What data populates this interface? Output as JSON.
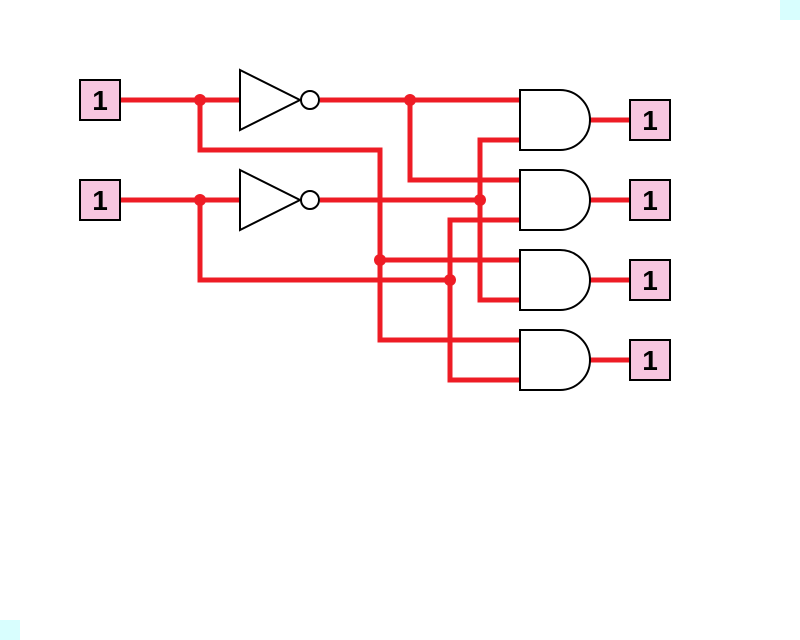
{
  "colors": {
    "wire": "#ee1c25",
    "pin_fill": "#f7c6e0",
    "corner": "#d8fefe"
  },
  "circuit": {
    "inputs": [
      {
        "id": "input-a",
        "value": "1"
      },
      {
        "id": "input-b",
        "value": "1"
      }
    ],
    "outputs": [
      {
        "id": "output-0",
        "value": "1"
      },
      {
        "id": "output-1",
        "value": "1"
      },
      {
        "id": "output-2",
        "value": "1"
      },
      {
        "id": "output-3",
        "value": "1"
      }
    ],
    "gates": [
      {
        "id": "not-gate-a",
        "type": "NOT"
      },
      {
        "id": "not-gate-b",
        "type": "NOT"
      },
      {
        "id": "and-gate-0",
        "type": "AND"
      },
      {
        "id": "and-gate-1",
        "type": "AND"
      },
      {
        "id": "and-gate-2",
        "type": "AND"
      },
      {
        "id": "and-gate-3",
        "type": "AND"
      }
    ]
  }
}
